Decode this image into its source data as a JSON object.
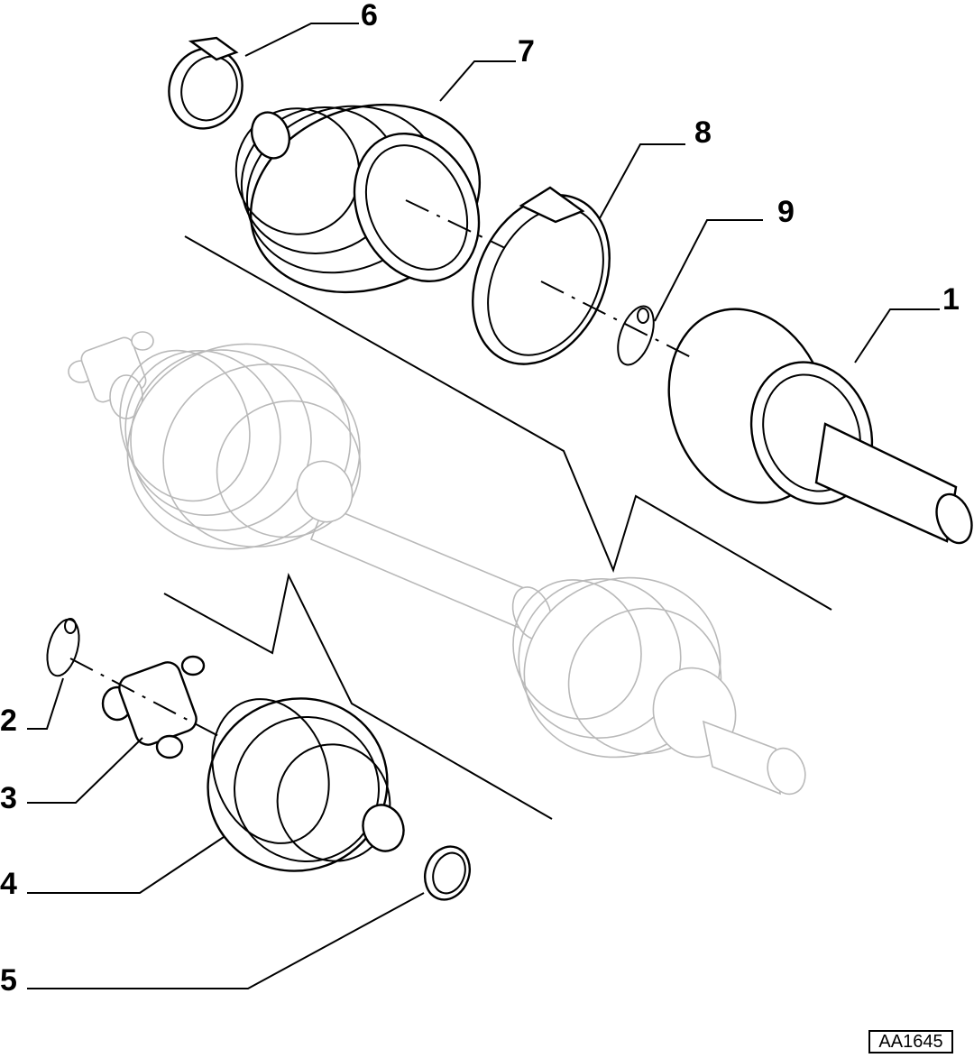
{
  "diagram": {
    "callouts": [
      {
        "id": "1",
        "label": "1"
      },
      {
        "id": "2",
        "label": "2"
      },
      {
        "id": "3",
        "label": "3"
      },
      {
        "id": "4",
        "label": "4"
      },
      {
        "id": "5",
        "label": "5"
      },
      {
        "id": "6",
        "label": "6"
      },
      {
        "id": "7",
        "label": "7"
      },
      {
        "id": "8",
        "label": "8"
      },
      {
        "id": "9",
        "label": "9"
      }
    ],
    "reference_code": "AA1645"
  }
}
